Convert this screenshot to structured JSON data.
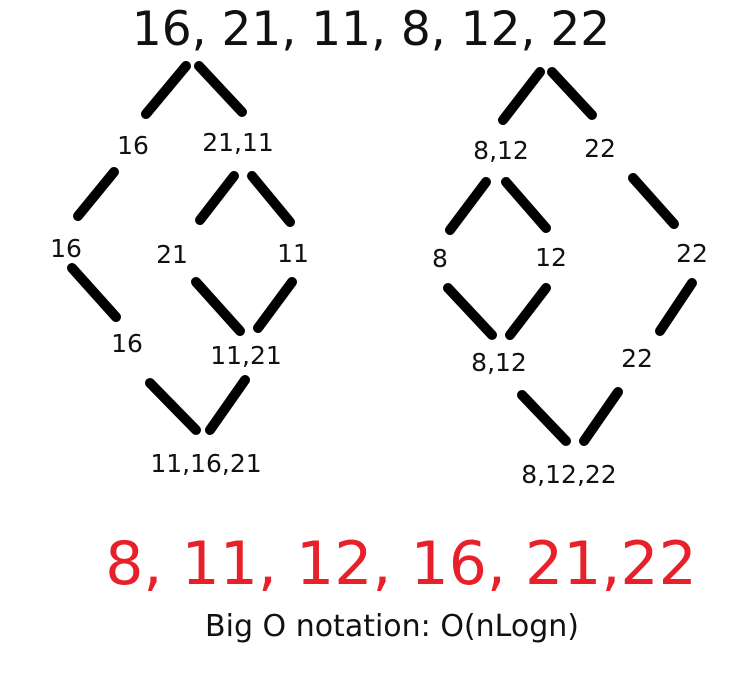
{
  "title": "16, 21, 11, 8, 12, 22",
  "nodes": {
    "l1_a": "16",
    "l1_b": "21,11",
    "l1_c": "8,12",
    "l1_d": "22",
    "l2_a": "16",
    "l2_b": "21",
    "l2_c": "11",
    "l2_d": "8",
    "l2_e": "12",
    "l2_f": "22",
    "l3_a": "16",
    "l3_b": "11,21",
    "l3_c": "8,12",
    "l3_d": "22",
    "l4_a": "11,16,21",
    "l4_b": "8,12,22"
  },
  "result": "8, 11, 12, 16, 21,22",
  "big_o": "Big O notation: O(nLogn)",
  "colors": {
    "text": "#111111",
    "edge": "#000000",
    "result": "#e8202a"
  }
}
